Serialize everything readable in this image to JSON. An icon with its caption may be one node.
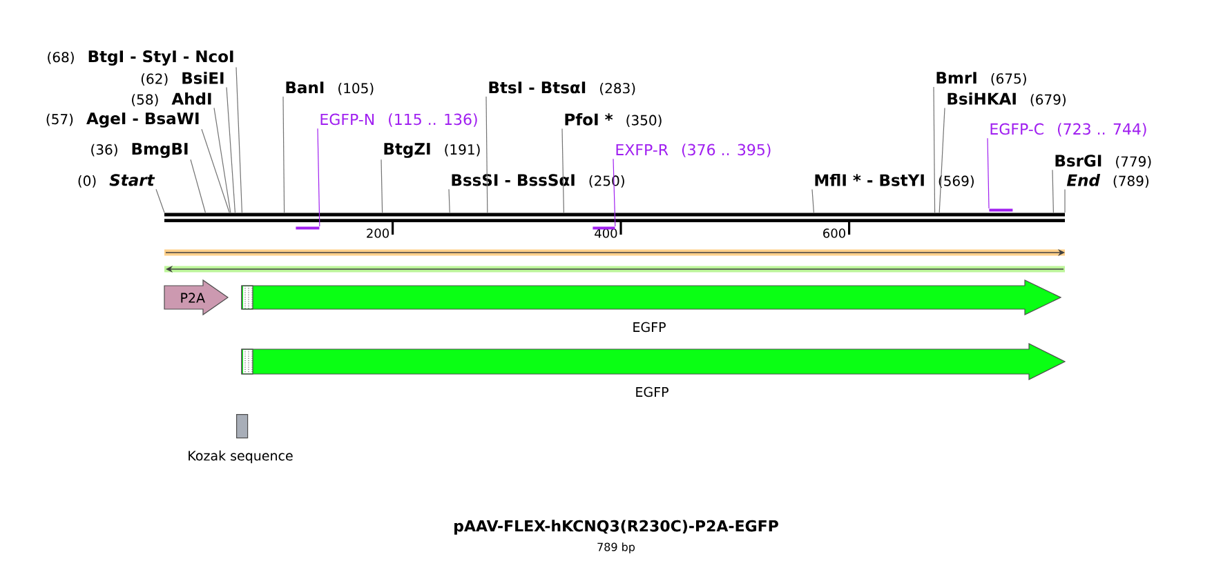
{
  "diagram": {
    "title": "pAAV-FLEX-hKCNQ3(R230C)-P2A-EGFP",
    "nodes": [
      {
        "text": [
          "(68)",
          "BtgI - StyI - NcoI"
        ]
      },
      {
        "text": [
          "(62)",
          "BsiEI"
        ]
      },
      {
        "text": [
          "(58)",
          "AhdI"
        ]
      },
      {
        "text": [
          "(57)",
          "AgeI - BsaWI"
        ]
      },
      {
        "text": [
          "(36)",
          "BmgBI"
        ]
      },
      {
        "text": [
          "(0)",
          "Start"
        ]
      },
      {
        "text": [
          "BanI",
          "(105)"
        ]
      },
      {
        "text": [
          "BtsI - BtsαI",
          "(283)"
        ]
      },
      {
        "text": [
          "PfoI *",
          "(350)"
        ]
      },
      {
        "text": [
          "BtgZI",
          "(191)"
        ]
      },
      {
        "text": [
          "BssSI - BssSαI",
          "(250)"
        ]
      },
      {
        "text": [
          "MflI * - BstYI",
          "(569)"
        ]
      },
      {
        "text": [
          "BmrI",
          "(675)"
        ]
      },
      {
        "text": [
          "BsiHKAI",
          "(679)"
        ]
      },
      {
        "text": [
          "BsrGI",
          "(779)"
        ]
      },
      {
        "text": [
          "End",
          "(789)"
        ]
      },
      {
        "text": [
          "EGFP-N",
          "(115 .. 136)"
        ]
      },
      {
        "text": [],
        "shape": "bar"
      },
      {
        "text": [
          "EXFP-R",
          "(376 .. 395)"
        ]
      },
      {
        "text": [],
        "shape": "bar"
      },
      {
        "text": [
          "EGFP-C",
          "(723 .. 744)"
        ]
      },
      {
        "text": [],
        "shape": "bar"
      },
      {
        "text": [
          "P2A"
        ]
      },
      {
        "text": [],
        "shape": "arrow",
        "beside": [
          "EGFP"
        ]
      },
      {
        "text": [],
        "shape": "arrow",
        "beside": [
          "EGFP"
        ]
      },
      {
        "text": [],
        "shape": "box",
        "beside": [
          "Kozak sequence"
        ]
      },
      {
        "text": [],
        "shape": "bar"
      }
    ],
    "edges": [
      {
        "from": 0,
        "to": 26,
        "arrow": "none"
      },
      {
        "from": 1,
        "to": 26,
        "arrow": "none"
      },
      {
        "from": 2,
        "to": 26,
        "arrow": "none"
      },
      {
        "from": 3,
        "to": 26,
        "arrow": "none"
      },
      {
        "from": 4,
        "to": 26,
        "arrow": "none"
      },
      {
        "from": 5,
        "to": 26,
        "arrow": "none"
      },
      {
        "from": 6,
        "to": 26,
        "arrow": "none"
      },
      {
        "from": 7,
        "to": 26,
        "arrow": "none"
      },
      {
        "from": 8,
        "to": 26,
        "arrow": "none"
      },
      {
        "from": 9,
        "to": 26,
        "arrow": "none"
      },
      {
        "from": 10,
        "to": 26,
        "arrow": "none"
      },
      {
        "from": 11,
        "to": 26,
        "arrow": "none"
      },
      {
        "from": 12,
        "to": 26,
        "arrow": "none"
      },
      {
        "from": 13,
        "to": 26,
        "arrow": "none"
      },
      {
        "from": 14,
        "to": 26,
        "arrow": "none"
      },
      {
        "from": 15,
        "to": 26,
        "arrow": "none"
      },
      {
        "from": 16,
        "to": 17,
        "arrow": "none",
        "color": "#a020f0"
      },
      {
        "from": 18,
        "to": 19,
        "arrow": "none",
        "color": "#a020f0"
      },
      {
        "from": 20,
        "to": 21,
        "arrow": "none",
        "color": "#a020f0"
      }
    ],
    "labels": [
      "200",
      "400",
      "600",
      "789 bp"
    ]
  }
}
